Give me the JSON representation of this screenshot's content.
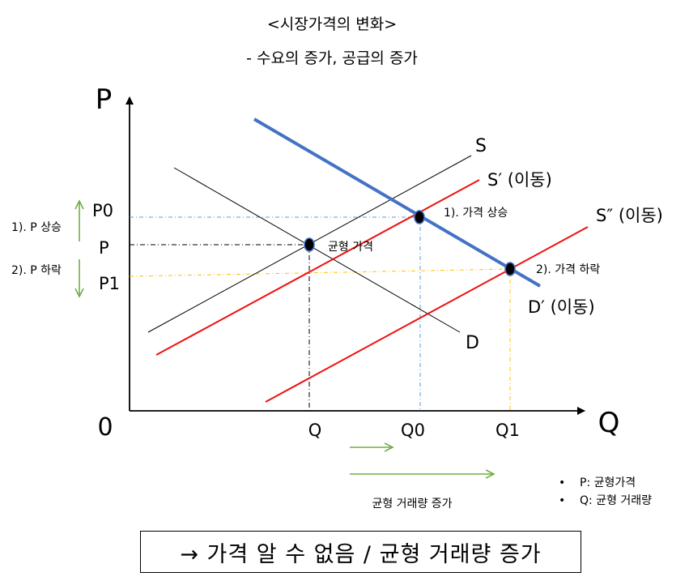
{
  "title": "<시장가격의 변화>",
  "subtitle": "- 수요의 증가, 공급의 증가",
  "axes": {
    "y_label": "P",
    "x_label": "Q",
    "origin_label": "0"
  },
  "price_labels": {
    "p0": "P0",
    "p": "P",
    "p1": "P1"
  },
  "quantity_labels": {
    "q": "Q",
    "q0": "Q0",
    "q1": "Q1"
  },
  "curves": {
    "s": "S",
    "d": "D",
    "s_prime": "S′ (이동)",
    "s_double_prime": "S″ (이동)",
    "d_prime": "D′ (이동)"
  },
  "points": {
    "equilibrium": "균형 가격",
    "price_rise": "1). 가격 상승",
    "price_fall": "2). 가격 하락"
  },
  "side_notes": {
    "p_rise": "1). P 상승",
    "p_fall": "2). P 하락"
  },
  "quantity_increase": "균형 거래량 증가",
  "legend": [
    "P: 균형가격",
    "Q: 균형 거래량"
  ],
  "result": "→ 가격 알 수 없음 / 균형 거래량 증가",
  "colors": {
    "demand_shifted": "#4472c4",
    "supply_shifted": "#ee1111",
    "arrow_green": "#70ad47",
    "guide_blue": "#5b9bd5",
    "guide_orange": "#ffc000",
    "point_fill": "#000000"
  }
}
